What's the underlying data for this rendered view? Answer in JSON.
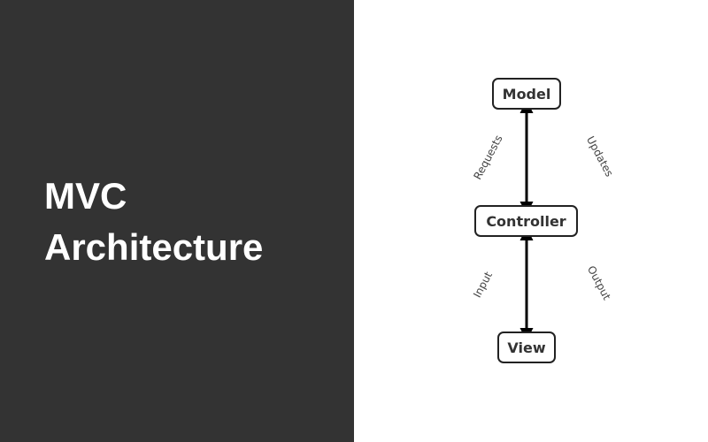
{
  "title": {
    "line1": "MVC",
    "line2": "Architecture"
  },
  "diagram": {
    "nodes": {
      "model": "Model",
      "controller": "Controller",
      "view": "View"
    },
    "edge_labels": {
      "requests": "Requests",
      "updates": "Updates",
      "input": "Input",
      "output": "Output"
    }
  }
}
